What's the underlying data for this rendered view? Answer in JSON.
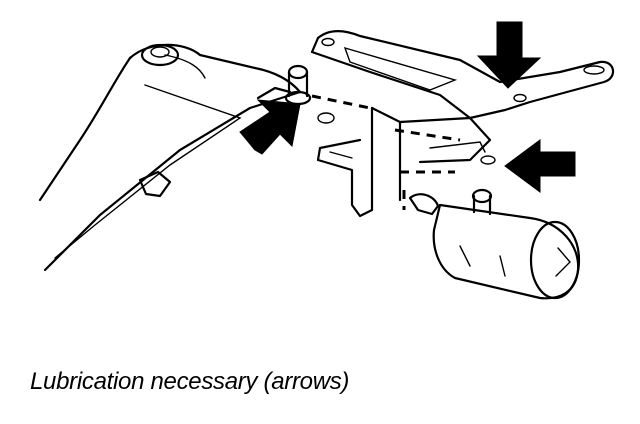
{
  "caption": "Lubrication necessary (arrows)",
  "arrows": [
    {
      "name": "arrow-bracket-top"
    },
    {
      "name": "arrow-pivot-left"
    },
    {
      "name": "arrow-bracket-right"
    }
  ],
  "colors": {
    "ink": "#000000",
    "background": "#ffffff"
  }
}
